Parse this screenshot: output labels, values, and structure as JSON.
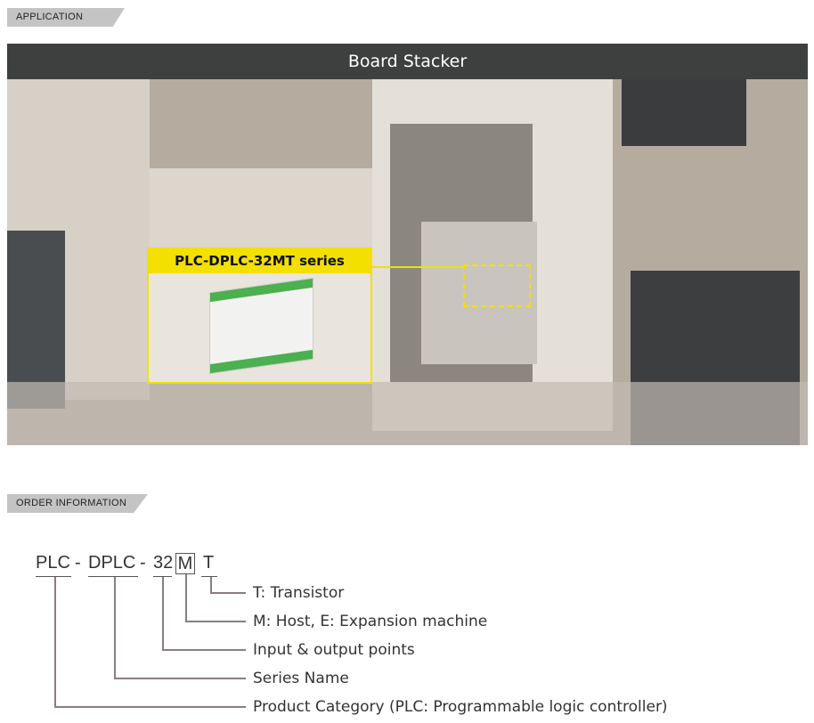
{
  "application": {
    "tag": "APPLICATION",
    "title": "Board Stacker",
    "callout_label": "PLC-DPLC-32MT series"
  },
  "order": {
    "tag": "ORDER INFORMATION",
    "code": [
      "PLC",
      "-",
      "DPLC",
      "-",
      "32",
      "M",
      "T"
    ],
    "labels": [
      "T: Transistor",
      "M: Host, E: Expansion machine",
      "Input & output points",
      "Series Name",
      "Product Category (PLC: Programmable logic controller)"
    ]
  },
  "colors": {
    "header": "#3d403f",
    "highlight": "#f3df00",
    "tag": "#c4c4c4"
  }
}
